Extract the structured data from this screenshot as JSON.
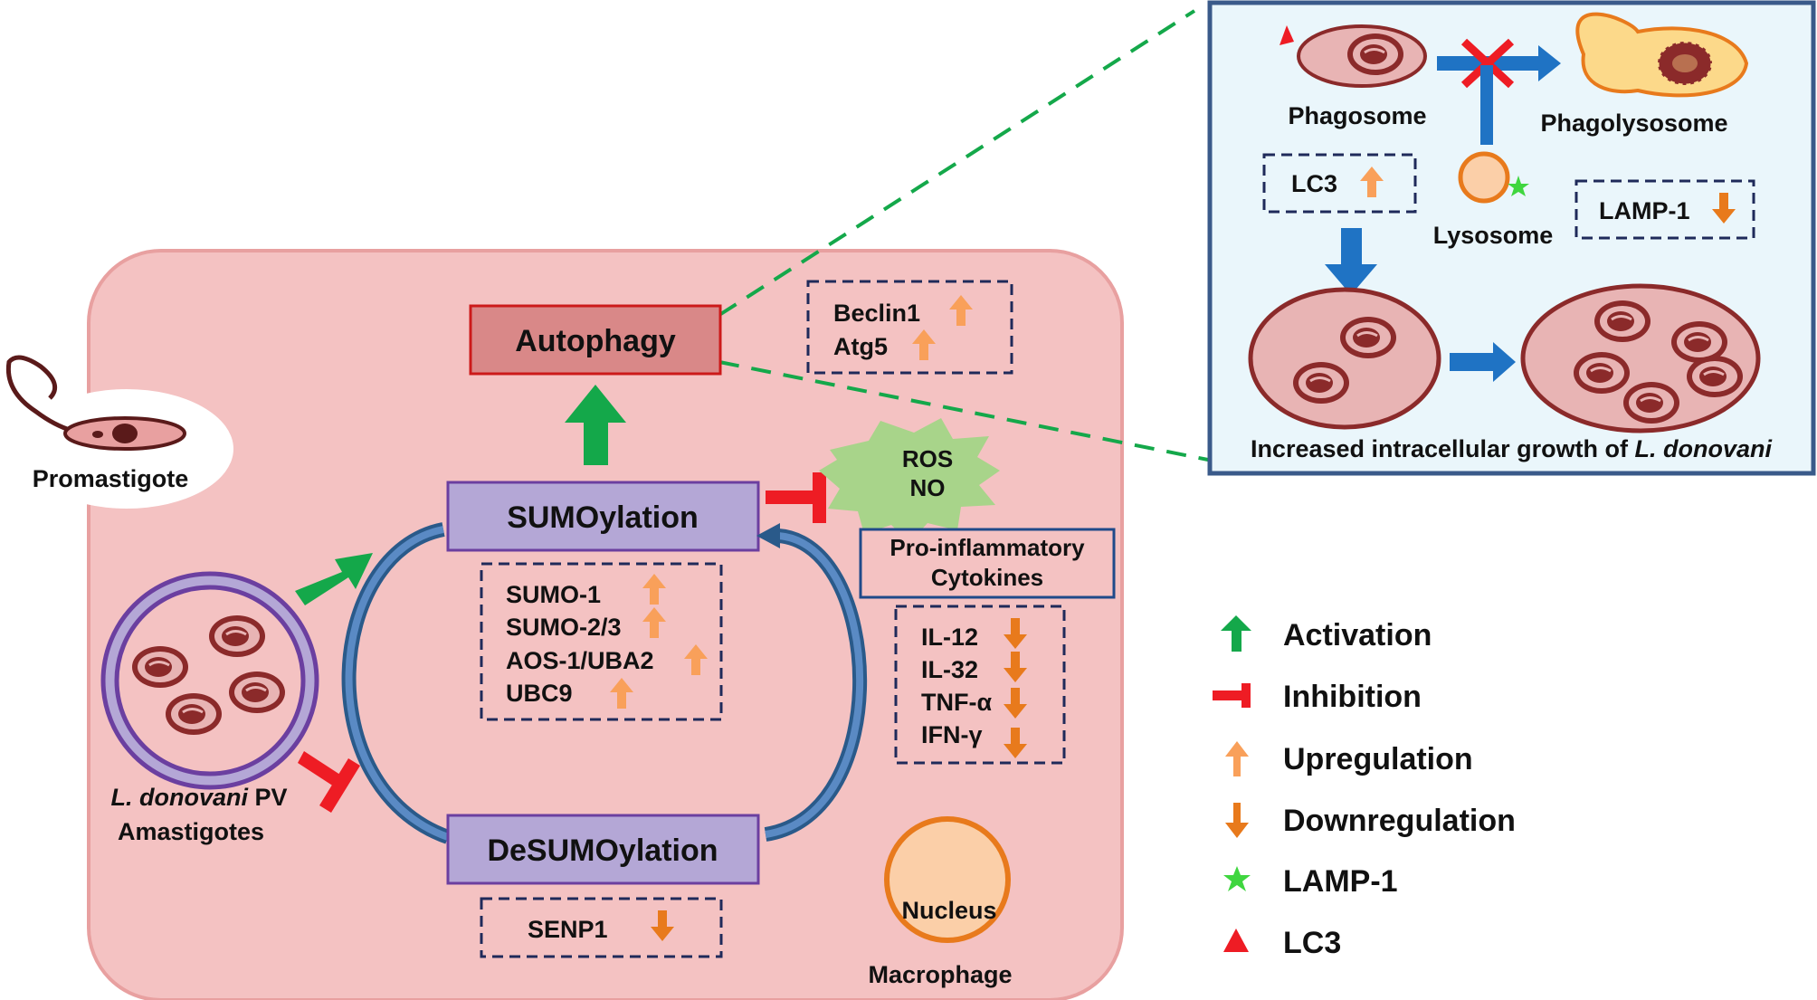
{
  "labels": {
    "autophagy": "Autophagy",
    "sumoylation": "SUMOylation",
    "desumoylation": "DeSUMOylation",
    "promastigote": "Promastigote",
    "pv_line1_italic": "L. donovani",
    "pv_line1_rest": " PV",
    "pv_line2": "Amastigotes",
    "ros": "ROS",
    "no": "NO",
    "proinflam_1": "Pro-inflammatory",
    "proinflam_2": "Cytokines",
    "nucleus": "Nucleus",
    "macrophage": "Macrophage"
  },
  "autophagy_markers": [
    "Beclin1",
    "Atg5"
  ],
  "sumo_markers": [
    "SUMO-1",
    "SUMO-2/3",
    "AOS-1/UBA2",
    "UBC9"
  ],
  "cytokines": [
    "IL-12",
    "IL-32",
    "TNF-α",
    "IFN-γ"
  ],
  "senp": "SENP1",
  "inset": {
    "phagosome": "Phagosome",
    "phagolysosome": "Phagolysosome",
    "lysosome": "Lysosome",
    "lc3": "LC3",
    "lamp1": "LAMP-1",
    "growth_prefix": "Increased intracellular growth of ",
    "growth_italic": "L. donovani"
  },
  "legend": [
    {
      "symbol": "green-arrow",
      "label": "Activation"
    },
    {
      "symbol": "red-inhibit",
      "label": "Inhibition"
    },
    {
      "symbol": "light-orange-arrow",
      "label": "Upregulation"
    },
    {
      "symbol": "dark-orange-arrow",
      "label": "Downregulation"
    },
    {
      "symbol": "green-star",
      "label": "LAMP-1"
    },
    {
      "symbol": "red-triangle",
      "label": "LC3"
    }
  ],
  "colors": {
    "cell": "#f4c2c2",
    "cell_border": "#e8a0a0",
    "purple_box": "#b4a7d6",
    "activation": "#14a84a",
    "inhibition": "#ee1c24",
    "up": "#f9a05a",
    "down": "#e87a1c",
    "blue": "#1f73c4",
    "inset_bg": "#eaf6fb"
  }
}
